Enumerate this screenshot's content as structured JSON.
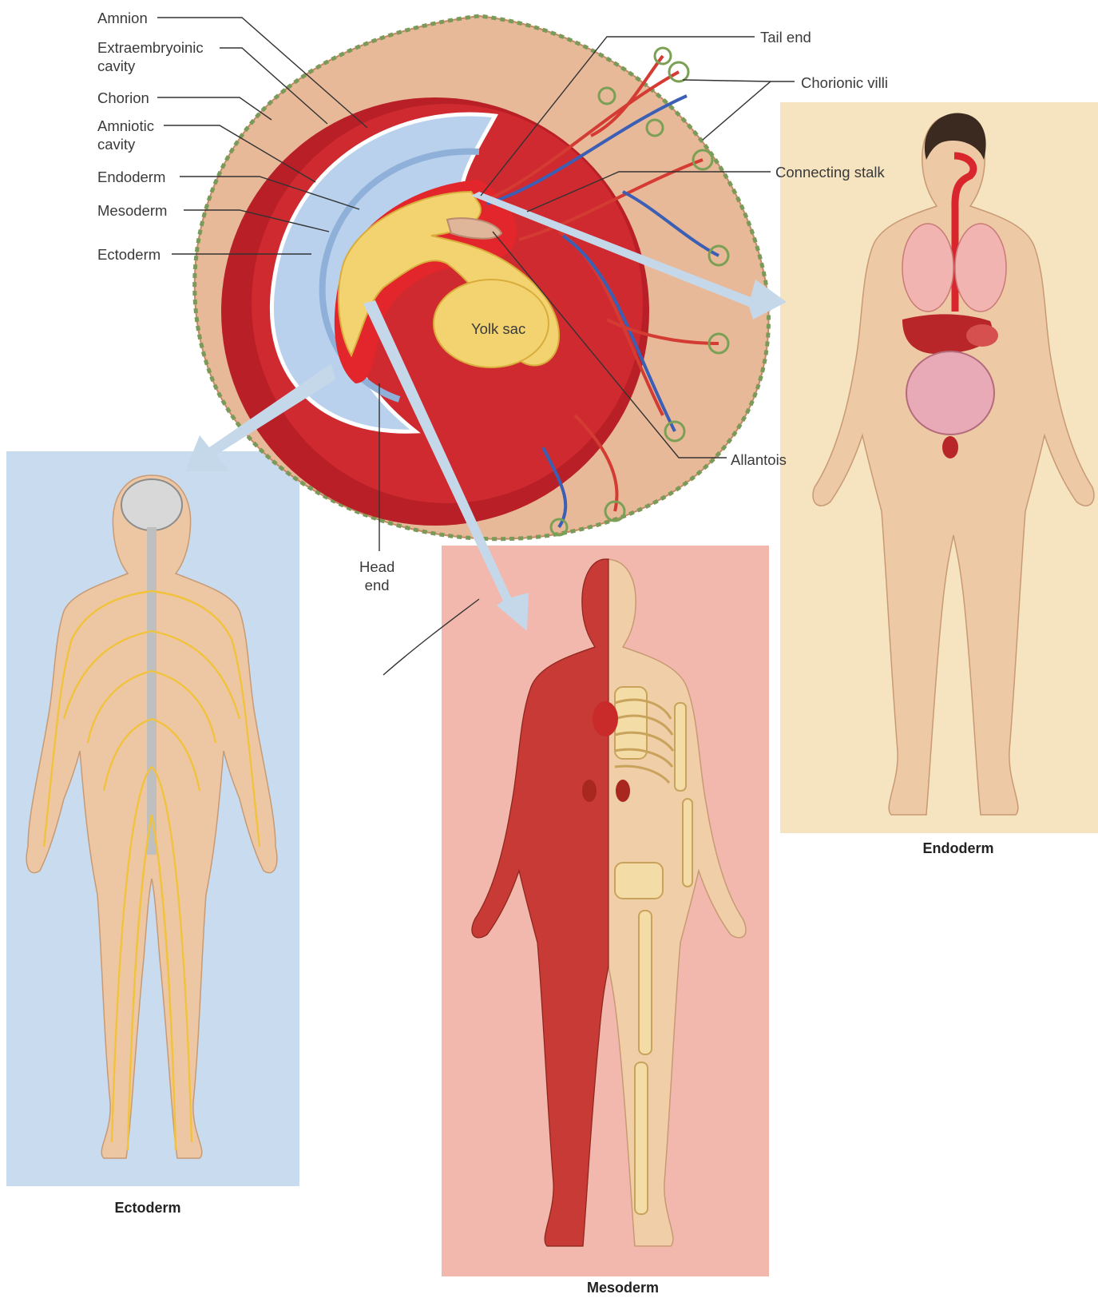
{
  "labels": {
    "amnion": "Amnion",
    "extraembryonic_cavity": "Extraembryoinic\ncavity",
    "chorion": "Chorion",
    "amniotic_cavity": "Amniotic\ncavity",
    "endoderm_label": "Endoderm",
    "mesoderm_label": "Mesoderm",
    "ectoderm_label": "Ectoderm",
    "tail_end": "Tail end",
    "chorionic_villi": "Chorionic villi",
    "connecting_stalk": "Connecting stalk",
    "yolk_sac": "Yolk sac",
    "allantois": "Allantois",
    "head_end": "Head\nend"
  },
  "captions": {
    "ectoderm": "Ectoderm",
    "mesoderm": "Mesoderm",
    "endoderm": "Endoderm"
  },
  "colors": {
    "ectoderm_panel": "#c9dbef",
    "mesoderm_panel": "#f2b8ad",
    "endoderm_panel": "#f6e3c0",
    "chorion_fill": "#e8b998",
    "mesoderm_red": "#d8262c",
    "amnion_blue": "#b9d1ec",
    "yolk_yellow": "#f3d370",
    "skin": "#edc7a4",
    "nerve": "#f1c23c",
    "muscle": "#c83a35",
    "bone": "#f4dca6"
  }
}
